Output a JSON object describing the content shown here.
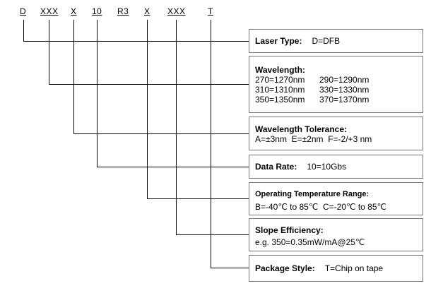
{
  "code_segments": [
    "D",
    "XXX",
    "X",
    "10",
    "R3",
    "X",
    "XXX",
    "T"
  ],
  "laser_type": {
    "title": "Laser Type:",
    "value": "D=DFB"
  },
  "wavelength": {
    "title": "Wavelength:",
    "rows": [
      [
        "270=1270nm",
        "290=1290nm"
      ],
      [
        "310=1310nm",
        "330=1330nm"
      ],
      [
        "350=1350nm",
        "370=1370nm"
      ]
    ]
  },
  "wavelength_tolerance": {
    "title": "Wavelength Tolerance:",
    "value": "A=±3nm  E=±2nm  F=-2/+3 nm"
  },
  "data_rate": {
    "title": "Data Rate:",
    "value": "10=10Gbs"
  },
  "operating_temp": {
    "title": "Operating Temperature Range:",
    "value": "B=-40℃ to 85℃  C=-20℃ to 85℃"
  },
  "slope_efficiency": {
    "title": "Slope Efficiency:",
    "value": "e.g. 350=0.35mW/mA@25℃"
  },
  "package_style": {
    "title": "Package Style:",
    "value": "T=Chip on tape"
  }
}
